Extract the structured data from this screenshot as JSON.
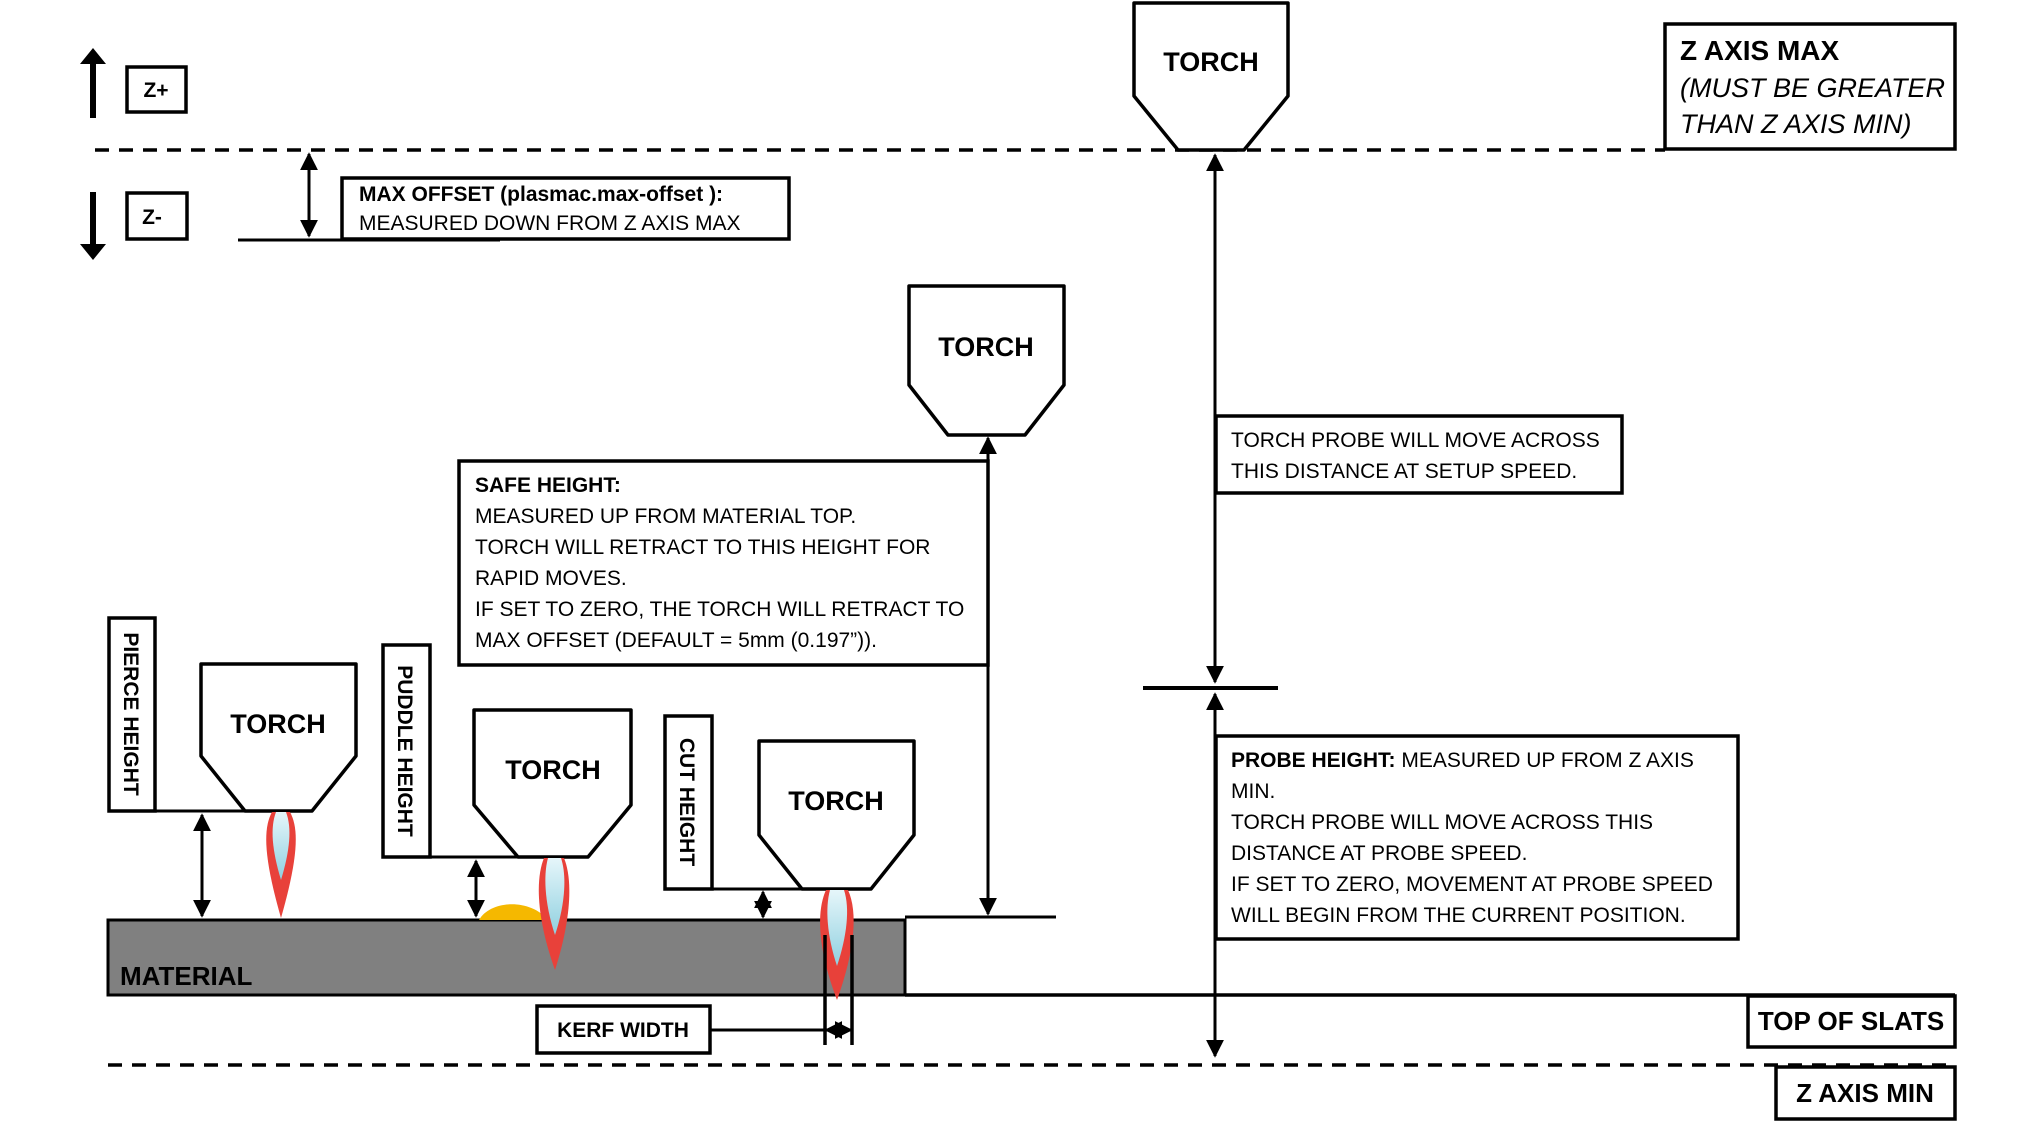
{
  "torch_label": "TORCH",
  "z_plus": "Z+",
  "z_minus": "Z-",
  "z_axis_max": {
    "title": "Z AXIS MAX",
    "note_line1": "(MUST BE GREATER",
    "note_line2": "THAN Z AXIS MIN)"
  },
  "max_offset": {
    "title": "MAX OFFSET (plasmac.max-offset ):",
    "line1": "MEASURED DOWN FROM Z AXIS MAX"
  },
  "safe_height": {
    "title": "SAFE HEIGHT:",
    "lines": [
      "MEASURED UP FROM MATERIAL TOP.",
      "TORCH WILL RETRACT TO THIS HEIGHT FOR",
      "RAPID MOVES.",
      "IF SET TO ZERO, THE TORCH WILL RETRACT TO",
      "MAX OFFSET (DEFAULT = 5mm (0.197”))."
    ]
  },
  "probe_move": {
    "line1": "TORCH PROBE WILL MOVE ACROSS",
    "line2": "THIS DISTANCE AT SETUP SPEED."
  },
  "probe_height": {
    "title": "PROBE HEIGHT:",
    "title_rest": " MEASURED UP FROM Z AXIS",
    "lines": [
      "MIN.",
      "TORCH PROBE WILL MOVE ACROSS THIS",
      "DISTANCE AT PROBE SPEED.",
      "IF SET TO ZERO,  MOVEMENT AT PROBE SPEED",
      "WILL BEGIN FROM THE CURRENT POSITION."
    ]
  },
  "pierce_height": "PIERCE HEIGHT",
  "puddle_height": "PUDDLE HEIGHT",
  "cut_height": "CUT HEIGHT",
  "material": "MATERIAL",
  "kerf_width": "KERF WIDTH",
  "top_of_slats": "TOP OF SLATS",
  "z_axis_min": "Z AXIS MIN",
  "colors": {
    "material": "#808080",
    "puddle": "#f5b800",
    "flame_outer": "#e8413a",
    "flame_inner": "#a8dde8"
  }
}
